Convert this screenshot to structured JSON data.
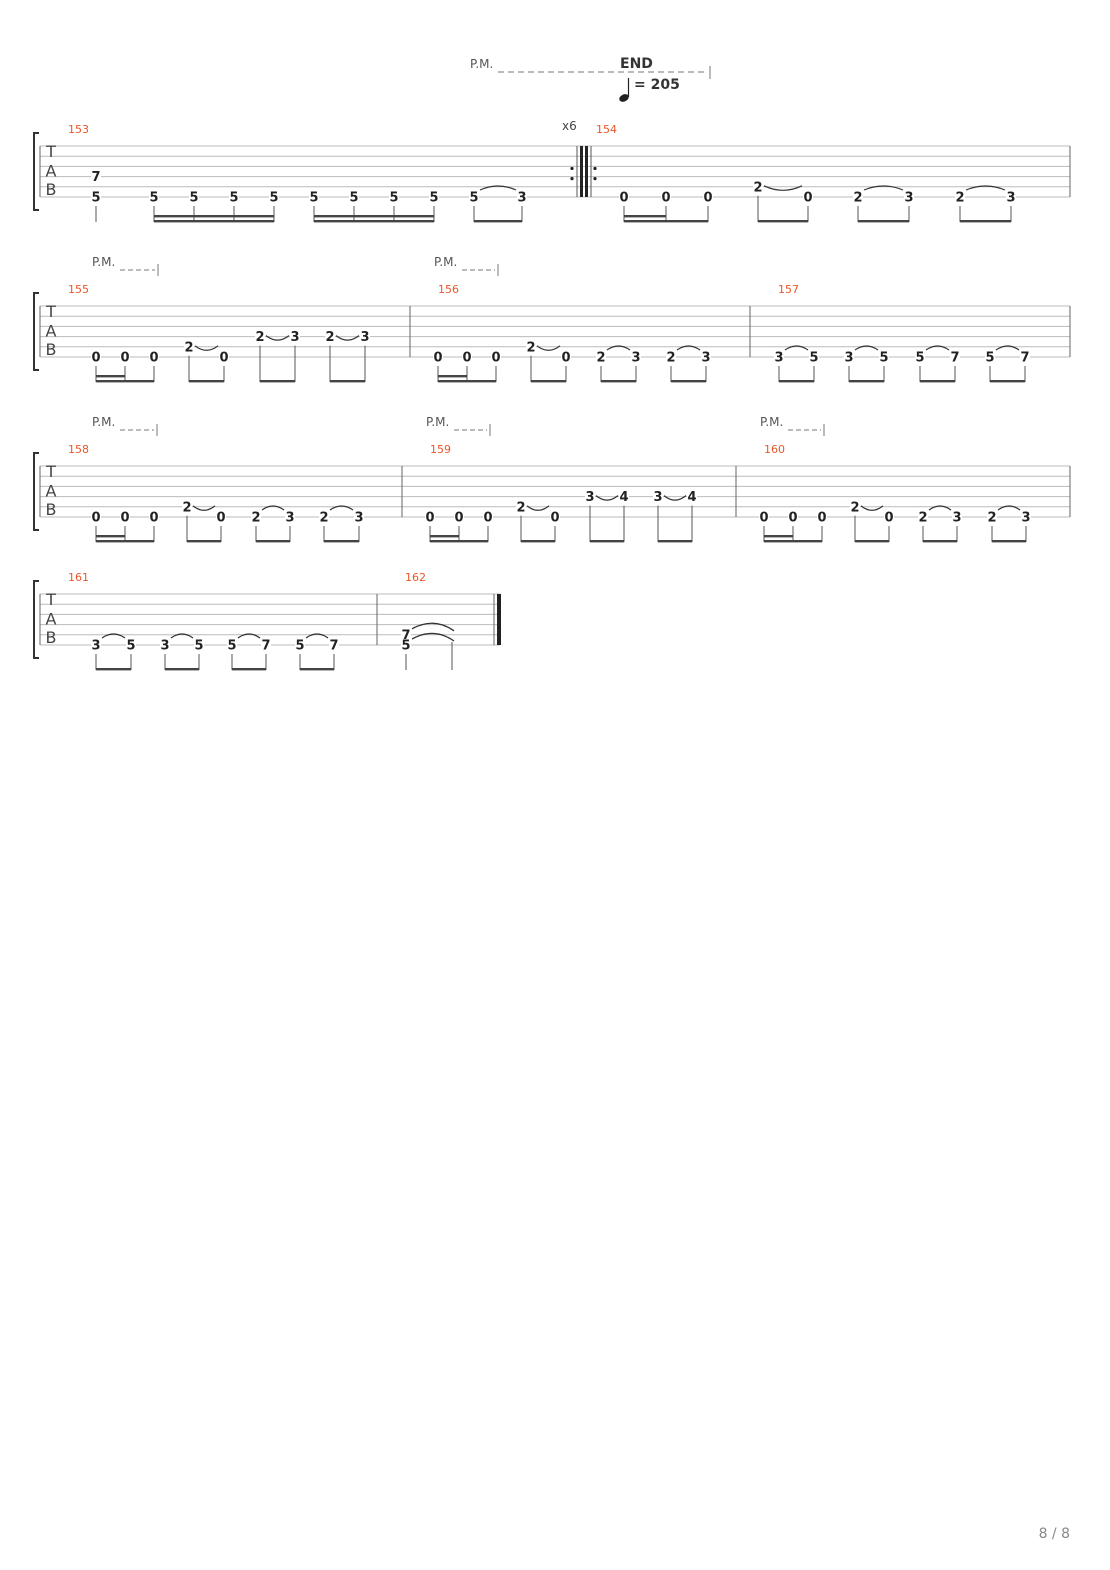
{
  "colors": {
    "measure_number": "#e8562a",
    "staff_line": "#bbbbbb",
    "ink": "#222222",
    "page_number": "#888888"
  },
  "header": {
    "end_label": "END",
    "tempo": "= 205",
    "repeat_count": "x6"
  },
  "page_number": "8 / 8",
  "tab_clef": [
    "T",
    "A",
    "B"
  ],
  "systems": [
    {
      "measures": [
        {
          "number": "153",
          "pm": "P.M.",
          "notes": [
            {
              "s": 3,
              "f": "7",
              "b": 0
            },
            {
              "s": 5,
              "f": "5",
              "b": 0
            },
            {
              "s": 5,
              "f": "5",
              "b": 1
            },
            {
              "s": 5,
              "f": "5",
              "b": 1
            },
            {
              "s": 5,
              "f": "5",
              "b": 1
            },
            {
              "s": 5,
              "f": "5",
              "b": 1
            },
            {
              "s": 5,
              "f": "5",
              "b": 2
            },
            {
              "s": 5,
              "f": "5",
              "b": 2
            },
            {
              "s": 5,
              "f": "5",
              "b": 2
            },
            {
              "s": 5,
              "f": "5",
              "b": 2
            },
            {
              "s": 5,
              "f": "5",
              "b": 3
            },
            {
              "s": 5,
              "f": "3",
              "b": 3
            }
          ]
        },
        {
          "number": "154",
          "notes": [
            {
              "s": 5,
              "f": "0",
              "b": 0
            },
            {
              "s": 5,
              "f": "0",
              "b": 0
            },
            {
              "s": 5,
              "f": "0",
              "b": 0
            },
            {
              "s": 4,
              "f": "2",
              "b": 1
            },
            {
              "s": 5,
              "f": "0",
              "b": 1
            },
            {
              "s": 5,
              "f": "2",
              "b": 2
            },
            {
              "s": 5,
              "f": "3",
              "b": 2
            },
            {
              "s": 5,
              "f": "2",
              "b": 3
            },
            {
              "s": 5,
              "f": "3",
              "b": 3
            }
          ]
        }
      ]
    },
    {
      "measures": [
        {
          "number": "155",
          "pm": "P.M.",
          "notes": [
            {
              "s": 5,
              "f": "0",
              "b": 0
            },
            {
              "s": 5,
              "f": "0",
              "b": 0
            },
            {
              "s": 5,
              "f": "0",
              "b": 0
            },
            {
              "s": 4,
              "f": "2",
              "b": 1
            },
            {
              "s": 5,
              "f": "0",
              "b": 1
            },
            {
              "s": 3,
              "f": "2",
              "b": 2
            },
            {
              "s": 3,
              "f": "3",
              "b": 2
            },
            {
              "s": 3,
              "f": "2",
              "b": 3
            },
            {
              "s": 3,
              "f": "3",
              "b": 3
            }
          ]
        },
        {
          "number": "156",
          "pm": "P.M.",
          "notes": [
            {
              "s": 5,
              "f": "0",
              "b": 0
            },
            {
              "s": 5,
              "f": "0",
              "b": 0
            },
            {
              "s": 5,
              "f": "0",
              "b": 0
            },
            {
              "s": 4,
              "f": "2",
              "b": 1
            },
            {
              "s": 5,
              "f": "0",
              "b": 1
            },
            {
              "s": 5,
              "f": "2",
              "b": 2
            },
            {
              "s": 5,
              "f": "3",
              "b": 2
            },
            {
              "s": 5,
              "f": "2",
              "b": 3
            },
            {
              "s": 5,
              "f": "3",
              "b": 3
            }
          ]
        },
        {
          "number": "157",
          "notes": [
            {
              "s": 5,
              "f": "3",
              "b": 0
            },
            {
              "s": 5,
              "f": "5",
              "b": 0
            },
            {
              "s": 5,
              "f": "3",
              "b": 1
            },
            {
              "s": 5,
              "f": "5",
              "b": 1
            },
            {
              "s": 5,
              "f": "5",
              "b": 2
            },
            {
              "s": 5,
              "f": "7",
              "b": 2
            },
            {
              "s": 5,
              "f": "5",
              "b": 3
            },
            {
              "s": 5,
              "f": "7",
              "b": 3
            }
          ]
        }
      ]
    },
    {
      "measures": [
        {
          "number": "158",
          "pm": "P.M.",
          "notes": [
            {
              "s": 5,
              "f": "0",
              "b": 0
            },
            {
              "s": 5,
              "f": "0",
              "b": 0
            },
            {
              "s": 5,
              "f": "0",
              "b": 0
            },
            {
              "s": 4,
              "f": "2",
              "b": 1
            },
            {
              "s": 5,
              "f": "0",
              "b": 1
            },
            {
              "s": 5,
              "f": "2",
              "b": 2
            },
            {
              "s": 5,
              "f": "3",
              "b": 2
            },
            {
              "s": 5,
              "f": "2",
              "b": 3
            },
            {
              "s": 5,
              "f": "3",
              "b": 3
            }
          ]
        },
        {
          "number": "159",
          "pm": "P.M.",
          "notes": [
            {
              "s": 5,
              "f": "0",
              "b": 0
            },
            {
              "s": 5,
              "f": "0",
              "b": 0
            },
            {
              "s": 5,
              "f": "0",
              "b": 0
            },
            {
              "s": 4,
              "f": "2",
              "b": 1
            },
            {
              "s": 5,
              "f": "0",
              "b": 1
            },
            {
              "s": 3,
              "f": "3",
              "b": 2
            },
            {
              "s": 3,
              "f": "4",
              "b": 2
            },
            {
              "s": 3,
              "f": "3",
              "b": 3
            },
            {
              "s": 3,
              "f": "4",
              "b": 3
            }
          ]
        },
        {
          "number": "160",
          "pm": "P.M.",
          "notes": [
            {
              "s": 5,
              "f": "0",
              "b": 0
            },
            {
              "s": 5,
              "f": "0",
              "b": 0
            },
            {
              "s": 5,
              "f": "0",
              "b": 0
            },
            {
              "s": 4,
              "f": "2",
              "b": 1
            },
            {
              "s": 5,
              "f": "0",
              "b": 1
            },
            {
              "s": 5,
              "f": "2",
              "b": 2
            },
            {
              "s": 5,
              "f": "3",
              "b": 2
            },
            {
              "s": 5,
              "f": "2",
              "b": 3
            },
            {
              "s": 5,
              "f": "3",
              "b": 3
            }
          ]
        }
      ]
    },
    {
      "measures": [
        {
          "number": "161",
          "notes": [
            {
              "s": 5,
              "f": "3",
              "b": 0
            },
            {
              "s": 5,
              "f": "5",
              "b": 0
            },
            {
              "s": 5,
              "f": "3",
              "b": 1
            },
            {
              "s": 5,
              "f": "5",
              "b": 1
            },
            {
              "s": 5,
              "f": "5",
              "b": 2
            },
            {
              "s": 5,
              "f": "7",
              "b": 2
            },
            {
              "s": 5,
              "f": "5",
              "b": 3
            },
            {
              "s": 5,
              "f": "7",
              "b": 3
            }
          ]
        },
        {
          "number": "162",
          "notes": [
            {
              "s": 4,
              "f": "7",
              "b": 0
            },
            {
              "s": 5,
              "f": "5",
              "b": 0
            }
          ]
        }
      ]
    }
  ]
}
